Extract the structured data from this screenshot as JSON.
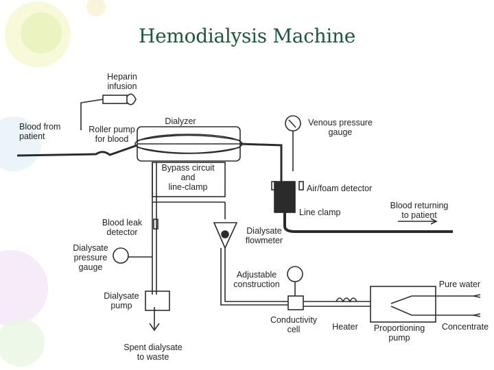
{
  "title": "Hemodialysis Machine",
  "labels": {
    "heparin": "Heparin\ninfusion",
    "blood_from": "Blood  from\npatient",
    "roller_pump": "Roller pump\nfor blood",
    "dialyzer": "Dialyzer",
    "venous_gauge": "Venous pressure\ngauge",
    "bypass": "Bypass circuit\nand\nline-clamp",
    "air_foam": "Air/foam detector",
    "line_clamp": "Line clamp",
    "blood_returning": "Blood returning\nto patient",
    "blood_leak": "Blood leak\ndetector",
    "dialysate_flowmeter": "Dialysate\nflowmeter",
    "dialysate_pressure": "Dialysate\npressure\ngauge",
    "adjustable": "Adjustable\nconstruction",
    "pure_water": "Pure water",
    "dialysate_pump": "Dialysate\npump",
    "conductivity": "Conductivity\ncell",
    "heater": "Heater",
    "proportioning": "Proportioning\npump",
    "concentrate": "Concentrate",
    "spent": "Spent dialysate\nto waste"
  },
  "colors": {
    "title": "#1a5a3a",
    "line": "#2b2b2b"
  }
}
